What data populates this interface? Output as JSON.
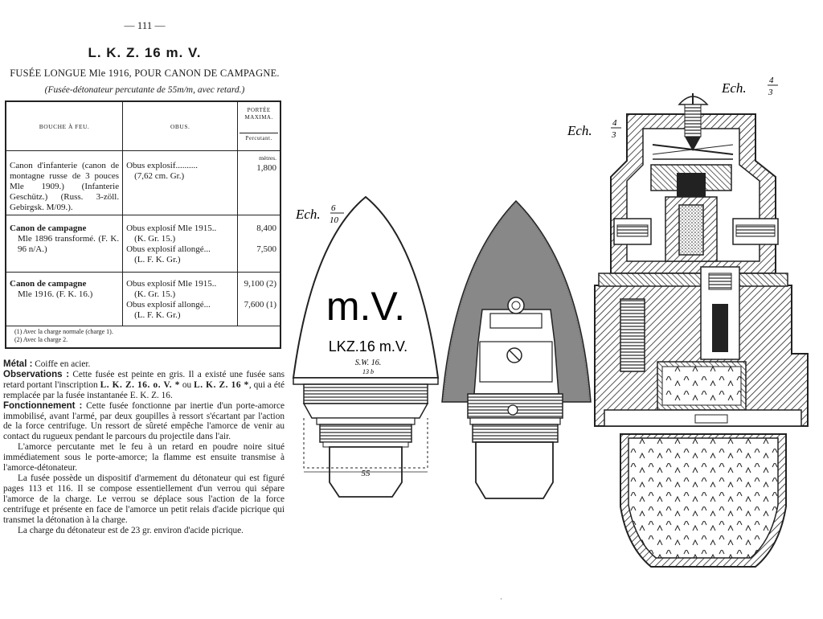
{
  "page_number": "— 111 —",
  "title": "L. K. Z. 16 m. V.",
  "subtitle": "FUSÉE LONGUE Mle 1916, POUR CANON DE CAMPAGNE.",
  "subsubtitle": "(Fusée-détonateur percutante de 55m/m, avec retard.)",
  "table": {
    "headers": {
      "bouche": "BOUCHE À FEU.",
      "obus": "OBUS.",
      "portee_top": "PORTÉE MAXIMA.",
      "portee_sub": "Percutant."
    },
    "unit": "mètres.",
    "rows": [
      {
        "bouche": "Canon d'infanterie (canon de montagne russe de 3 pouces Mle 1909.) (Infanterie Geschütz.) (Russ. 3-zöll. Gebirgsk. M/09.).",
        "obus": [
          {
            "name": "Obus explosif..........",
            "abbr": "(7,62 cm. Gr.)",
            "portee": "1,800"
          }
        ]
      },
      {
        "bouche_bold": "Canon de campagne",
        "bouche": "Mle 1896 transformé. (F. K. 96 n/A.)",
        "obus": [
          {
            "name": "Obus explosif Mle 1915..",
            "abbr": "(K. Gr. 15.)",
            "portee": "8,400"
          },
          {
            "name": "Obus explosif allongé...",
            "abbr": "(L. F. K. Gr.)",
            "portee": "7,500"
          }
        ]
      },
      {
        "bouche_bold": "Canon de campagne",
        "bouche": "Mle 1916. (F. K. 16.)",
        "obus": [
          {
            "name": "Obus explosif Mle 1915..",
            "abbr": "(K. Gr. 15.)",
            "portee": "9,100 (2)"
          },
          {
            "name": "Obus explosif allongé...",
            "abbr": "(L. F. K. Gr.)",
            "portee": "7,600 (1)"
          }
        ]
      }
    ],
    "notes": [
      "(1) Avec la charge normale (charge 1).",
      "(2) Avec la charge 2."
    ]
  },
  "metal": {
    "label": "Métal :",
    "text": "Coiffe en acier."
  },
  "observations": {
    "label": "Observations :",
    "text1": "Cette fusée est peinte en gris. Il a existé une fusée sans retard portant l'inscription",
    "insc1": "L. K. Z. 16. o. V. *",
    "text2": "ou",
    "insc2": "L. K. Z. 16 *",
    "text3": ", qui a été remplacée par la fusée instantanée E. K. Z. 16."
  },
  "fonctionnement": {
    "label": "Fonctionnement :",
    "p1": "Cette fusée fonctionne par inertie d'un porte-amorce immobilisé, avant l'armé, par deux goupilles à ressort s'écartant par l'action de la force centrifuge. Un ressort de sûreté empêche l'amorce de venir au contact du rugueux pendant le parcours du projectile dans l'air.",
    "p2": "L'amorce percutante met le feu à un retard en poudre noire situé immédiatement sous le porte-amorce; la flamme est ensuite transmise à l'amorce-détonateur.",
    "p3": "La fusée possède un dispositif d'armement du détonateur qui est figuré pages 113 et 116. Il se compose essentiellement d'un verrou qui sépare l'amorce de la charge. Le verrou se déplace sous l'action de la force centrifuge et présente en face de l'amorce un petit relais d'acide picrique qui transmet la détonation à la charge.",
    "p4": "La charge du détonateur est de 23 gr. environ d'acide picrique."
  },
  "drawing": {
    "scale1": {
      "label": "Ech.",
      "num": "6",
      "den": "10"
    },
    "scale2": {
      "label": "Ech.",
      "num": "4",
      "den": "3"
    },
    "scale3": {
      "label": "Ech.",
      "num": "4",
      "den": "3"
    },
    "fuse_marking_big": "m.V.",
    "fuse_marking": "LKZ.16 m.V.",
    "fuse_stamp1": "S.W. 16.",
    "fuse_stamp2": "13 b",
    "dimension": "55"
  }
}
